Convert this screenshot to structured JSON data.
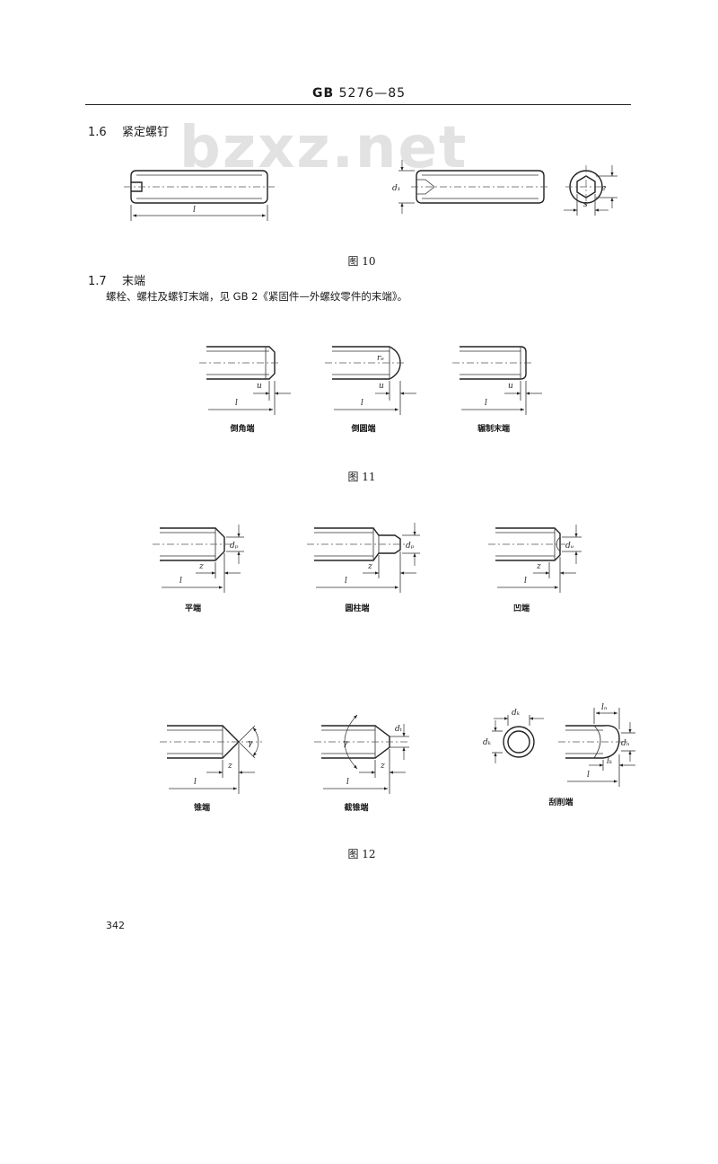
{
  "watermark": "bzxz.net",
  "header": {
    "gb": "GB",
    "number": "5276—85"
  },
  "sections": {
    "s16": {
      "num": "1.6",
      "title": "紧定螺钉"
    },
    "s17": {
      "num": "1.7",
      "title": "末端",
      "text": "螺栓、螺柱及螺钉末端，见 GB 2《紧固件—外螺纹零件的末端》。"
    }
  },
  "figures": {
    "fig10": {
      "caption": "图 10",
      "labels": {
        "l": "l",
        "d1": "d₁",
        "s": "s",
        "e": "e"
      }
    },
    "fig11": {
      "caption": "图 11",
      "items": [
        {
          "name": "倒角端",
          "l": "l",
          "u": "u"
        },
        {
          "name": "倒圆端",
          "l": "l",
          "u": "u",
          "r": "rₑ"
        },
        {
          "name": "辗制末端",
          "l": "l",
          "u": "u"
        }
      ]
    },
    "fig12": {
      "caption": "图 12",
      "row1": [
        {
          "name": "平端",
          "l": "l",
          "z": "z",
          "d": "dₚ"
        },
        {
          "name": "圆柱端",
          "l": "l",
          "z": "z",
          "d": "dₚ"
        },
        {
          "name": "凹端",
          "l": "l",
          "z": "z",
          "d": "dᵤ"
        }
      ],
      "row2": [
        {
          "name": "锥端",
          "l": "l",
          "z": "z",
          "angle": "γ"
        },
        {
          "name": "截锥端",
          "l": "l",
          "z": "z",
          "angle": "γ",
          "d": "dₜ"
        },
        {
          "name": "刮削端",
          "l": "l",
          "ln": "lₙ",
          "lk": "lₖ",
          "dk": "dₖ",
          "dn": "dₙ"
        }
      ]
    }
  },
  "page_number": "342"
}
